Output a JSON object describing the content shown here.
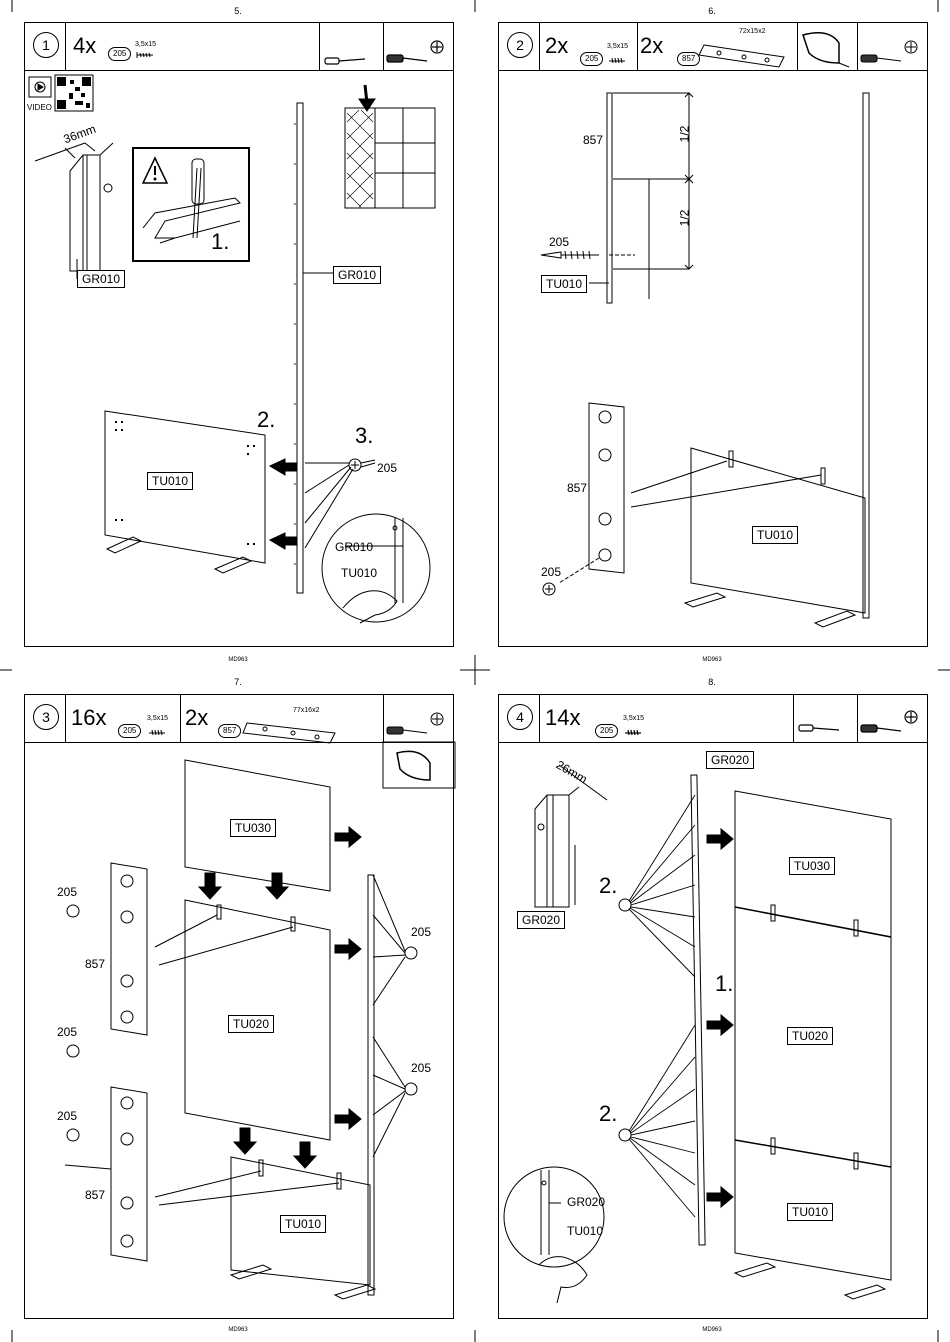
{
  "page_numbers": [
    "5.",
    "6.",
    "7.",
    "8."
  ],
  "footer_code": "MD963",
  "step1": {
    "step": "1",
    "quantity": "4x",
    "part": "205",
    "screw_size": "3,5x15",
    "video_label": "VIDEO",
    "dimension": "36mm",
    "labels": {
      "gr010_left": "GR010",
      "gr010_right": "GR010",
      "tu010": "TU010",
      "gr010_zoom": "GR010",
      "tu010_zoom": "TU010"
    },
    "markers": {
      "one": "1.",
      "two": "2.",
      "three": "3."
    },
    "screw_callout": "205"
  },
  "step2": {
    "step": "2",
    "quantity_a": "2x",
    "part_a": "205",
    "screw_size": "3,5x15",
    "quantity_b": "2x",
    "part_b": "857",
    "plate_size": "72x15x2",
    "labels": {
      "tu010_top": "TU010",
      "tu010_panel": "TU010"
    },
    "numbers": {
      "n857_top": "857",
      "n205_top": "205",
      "n857_plate": "857",
      "n205_plate": "205"
    },
    "fractions": {
      "half_top": "1/2",
      "half_bottom": "1/2"
    }
  },
  "step3": {
    "step": "3",
    "quantity_a": "16x",
    "part_a": "205",
    "screw_size": "3,5x15",
    "quantity_b": "2x",
    "part_b": "857",
    "plate_size": "77x16x2",
    "labels": {
      "tu030": "TU030",
      "tu020": "TU020",
      "tu010": "TU010"
    },
    "numbers": {
      "a": "205",
      "b": "857",
      "c": "205",
      "d": "205",
      "e": "857",
      "f": "205",
      "g": "205"
    }
  },
  "step4": {
    "step": "4",
    "quantity": "14x",
    "part": "205",
    "screw_size": "3,5x15",
    "dimension": "26mm",
    "labels": {
      "gr020_top": "GR020",
      "gr020_left": "GR020",
      "tu030": "TU030",
      "tu020": "TU020",
      "tu010": "TU010",
      "gr020_zoom": "GR020",
      "tu010_zoom": "TU010"
    },
    "markers": {
      "one": "1.",
      "two_a": "2.",
      "two_b": "2."
    }
  }
}
